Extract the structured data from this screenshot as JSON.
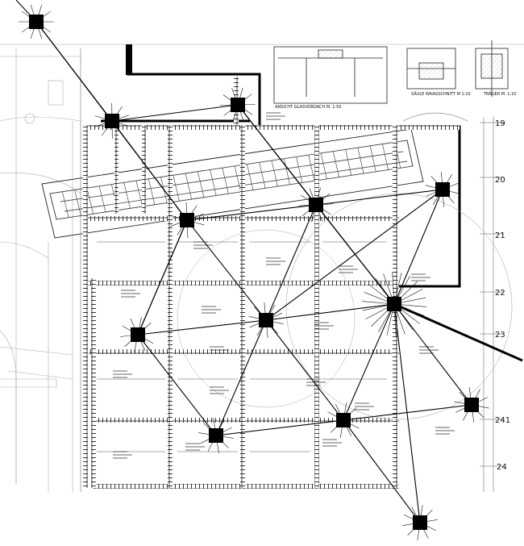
{
  "title_annotations": {
    "glass_canopy": "ANSICHT GLASVORDACH M. 1:50",
    "column_section": "SÄULE WAAGSCHNITT M 1:10",
    "girder": "TRÄGER M. 1:10"
  },
  "grid_labels": [
    "19",
    "20",
    "21",
    "22",
    "23",
    "241",
    "24"
  ],
  "node_count": 13,
  "colors": {
    "ink": "#111111",
    "paper": "#ffffff",
    "hatch": "#8a8a8a"
  }
}
